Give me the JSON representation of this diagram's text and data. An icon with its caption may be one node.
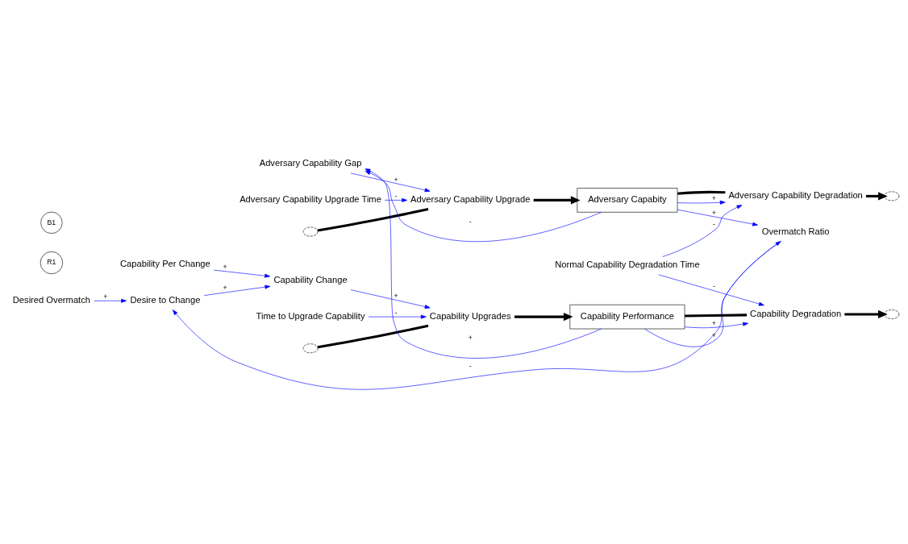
{
  "diagram": {
    "nodes": [
      {
        "text": [
          "Adversary Capability Gap"
        ]
      },
      {
        "text": [
          "Adversary Capability Upgrade Time"
        ]
      },
      {
        "text": [],
        "shape": "cloud"
      },
      {
        "text": [
          "Adversary Capability Upgrade"
        ]
      },
      {
        "text": [
          "Adversary Capabity"
        ]
      },
      {
        "text": [
          "Adversary Capability Degradation"
        ]
      },
      {
        "text": [],
        "shape": "cloud"
      },
      {
        "text": [
          "Desired Overmatch"
        ]
      },
      {
        "text": [
          "Desire to Change"
        ]
      },
      {
        "text": [
          "Capability Per Change"
        ]
      },
      {
        "text": [
          "Capability Change"
        ]
      },
      {
        "text": [
          "Overmatch Ratio"
        ]
      },
      {
        "text": [
          "Normal Capability Degradation Time"
        ]
      },
      {
        "text": [
          "Time to Upgrade Capability"
        ]
      },
      {
        "text": [],
        "shape": "cloud"
      },
      {
        "text": [
          "Capability Upgrades"
        ]
      },
      {
        "text": [
          "Capability Performance"
        ]
      },
      {
        "text": [
          "Capability Degradation"
        ]
      },
      {
        "text": [],
        "shape": "cloud"
      }
    ],
    "edges": [
      {
        "from": 2,
        "to": 3,
        "arrow": "none",
        "style": "thick",
        "color": "#000000"
      },
      {
        "from": 3,
        "to": 4,
        "arrow": "to",
        "style": "thick",
        "color": "#000000"
      },
      {
        "from": 4,
        "to": 5,
        "arrow": "none",
        "style": "thick",
        "color": "#000000"
      },
      {
        "from": 5,
        "to": 6,
        "arrow": "to",
        "style": "thick",
        "color": "#000000"
      },
      {
        "from": 14,
        "to": 15,
        "arrow": "none",
        "style": "thick",
        "color": "#000000"
      },
      {
        "from": 15,
        "to": 16,
        "arrow": "to",
        "style": "thick",
        "color": "#000000"
      },
      {
        "from": 16,
        "to": 17,
        "arrow": "none",
        "style": "thick",
        "color": "#000000"
      },
      {
        "from": 17,
        "to": 18,
        "arrow": "to",
        "style": "thick",
        "color": "#000000"
      },
      {
        "from": 4,
        "to": 0,
        "arrow": "to",
        "label": "-"
      },
      {
        "from": 1,
        "to": 3,
        "arrow": "to",
        "label": "-"
      },
      {
        "from": 0,
        "to": 3,
        "arrow": "to",
        "label": "+"
      },
      {
        "from": 4,
        "to": 5,
        "arrow": "to",
        "label": "+"
      },
      {
        "from": 12,
        "to": 5,
        "arrow": "to",
        "label": "-"
      },
      {
        "from": 7,
        "to": 8,
        "arrow": "to",
        "label": "+"
      },
      {
        "from": 11,
        "to": 8,
        "arrow": "to",
        "label": "-"
      },
      {
        "from": 4,
        "to": 11,
        "arrow": "to",
        "label": "+"
      },
      {
        "from": 9,
        "to": 10,
        "arrow": "to",
        "label": "+"
      },
      {
        "from": 8,
        "to": 10,
        "arrow": "to",
        "label": "+"
      },
      {
        "from": 16,
        "to": 11,
        "arrow": "to",
        "label": "+"
      },
      {
        "from": 13,
        "to": 15,
        "arrow": "to",
        "label": "-"
      },
      {
        "from": 10,
        "to": 15,
        "arrow": "to",
        "label": "+"
      },
      {
        "from": 16,
        "to": 17,
        "arrow": "to",
        "label": "+"
      },
      {
        "from": 12,
        "to": 17,
        "arrow": "to",
        "label": "-"
      },
      {
        "from": 16,
        "to": 0,
        "arrow": "to",
        "label": "+"
      }
    ],
    "labels": [
      "R1",
      "B1"
    ]
  }
}
